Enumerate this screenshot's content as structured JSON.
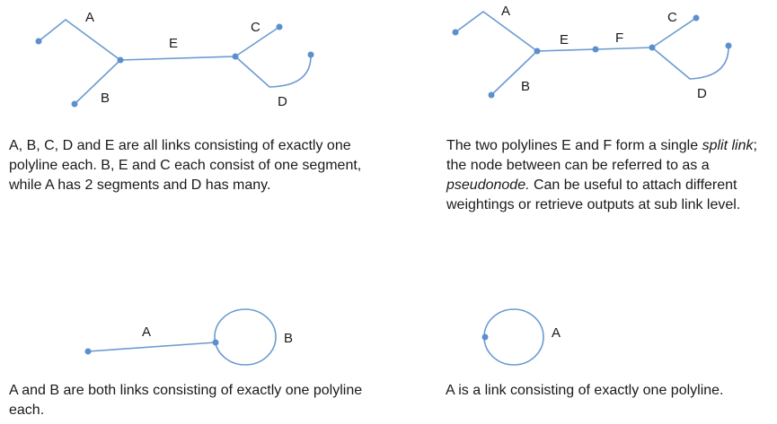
{
  "diagram1": {
    "labels": {
      "A": "A",
      "B": "B",
      "C": "C",
      "D": "D",
      "E": "E"
    },
    "caption": "A, B, C, D and E are all links consisting of exactly one polyline each. B, E and C each consist of one segment, while A has 2 segments and D has many."
  },
  "diagram2": {
    "labels": {
      "A": "A",
      "B": "B",
      "C": "C",
      "D": "D",
      "E": "E",
      "F": "F"
    },
    "caption": {
      "part1": "The two polylines E and F form a single ",
      "em1": "split link",
      "part2": "; the node between can be referred to as a ",
      "em2": "pseudonode.",
      "part3": " Can be useful to attach different weightings or retrieve outputs at sub link level."
    }
  },
  "diagram3": {
    "labels": {
      "A": "A",
      "B": "B"
    },
    "caption": "A and B are both links consisting of exactly one polyline each."
  },
  "diagram4": {
    "labels": {
      "A": "A"
    },
    "caption": "A is a link consisting of exactly one polyline."
  },
  "colors": {
    "line": "#6a9bd0",
    "node": "#5b8fcf",
    "text": "#1a1a1a"
  }
}
